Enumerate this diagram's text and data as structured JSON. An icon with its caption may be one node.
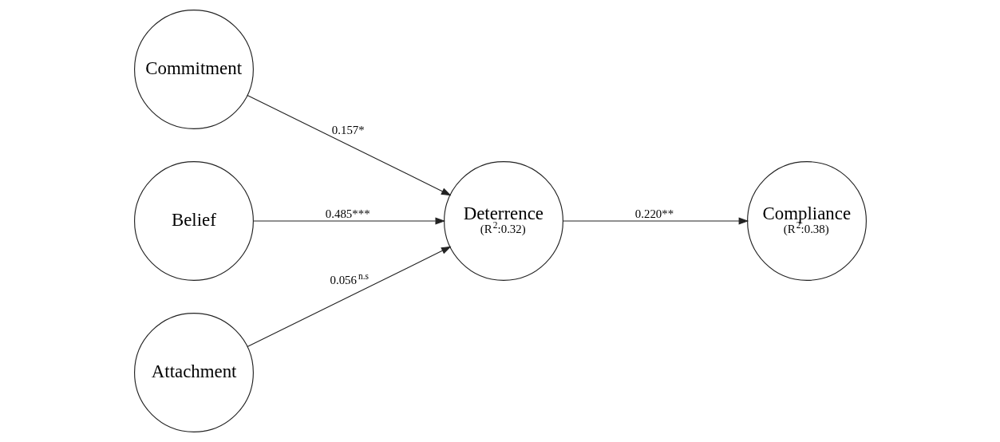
{
  "diagram": {
    "nodes": [
      {
        "text": [
          "Commitment"
        ]
      },
      {
        "text": [
          "Belief"
        ]
      },
      {
        "text": [
          "Attachment"
        ]
      },
      {
        "text": [
          "Deterrence",
          "(R$^{2}$:0.32)"
        ]
      },
      {
        "text": [
          "Compliance",
          "(R$^{2}$:0.38)"
        ]
      }
    ],
    "edges": [
      {
        "from": 0,
        "to": 3,
        "arrow": "to",
        "label": "0.157*"
      },
      {
        "from": 1,
        "to": 3,
        "arrow": "to",
        "label": "0.485***"
      },
      {
        "from": 2,
        "to": 3,
        "arrow": "to",
        "label": "0.056$^{n.s}$"
      },
      {
        "from": 3,
        "to": 4,
        "arrow": "to",
        "label": "0.220**"
      }
    ]
  }
}
